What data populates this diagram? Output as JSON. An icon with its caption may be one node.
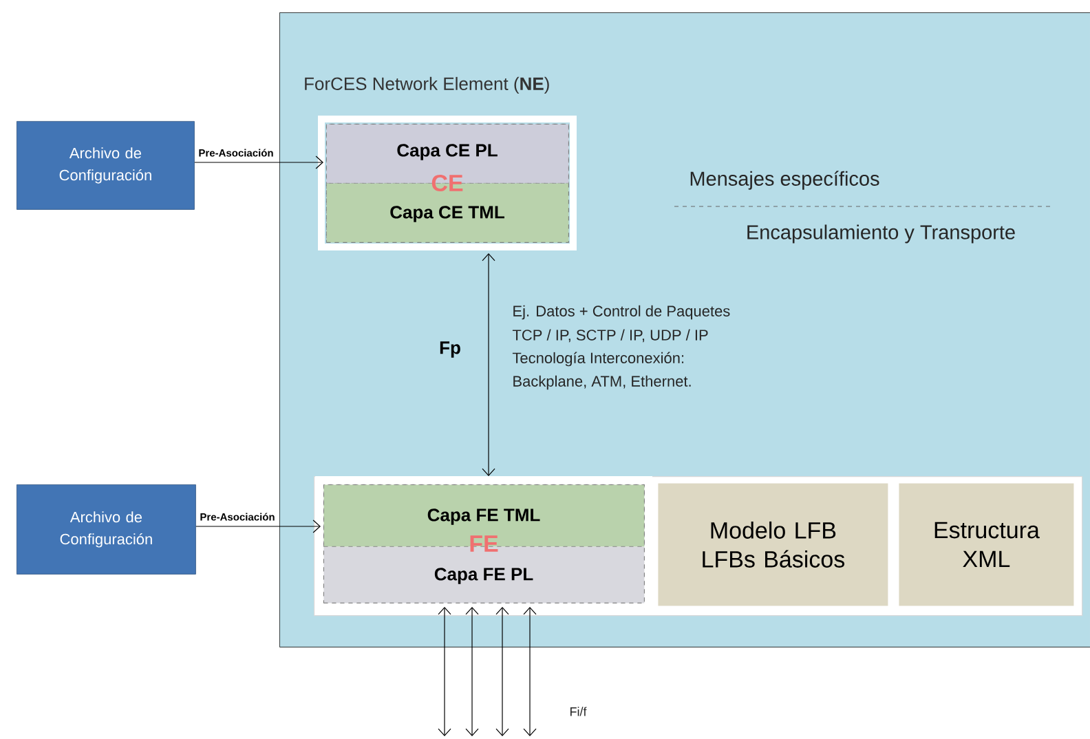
{
  "diagram": {
    "nodes": [
      {
        "text": [
          "ForCES Network Element (**NE**)"
        ]
      },
      {
        "text": [],
        "shape": "box",
        "in": 0
      },
      {
        "text": [
          "Capa CE PL"
        ],
        "in": 1
      },
      {
        "text": [
          "Capa CE TML"
        ],
        "in": 1
      },
      {
        "text": [],
        "shape": "box",
        "in": 0
      },
      {
        "text": [],
        "shape": "box",
        "in": 4
      },
      {
        "text": [
          "Capa FE TML"
        ],
        "in": 5
      },
      {
        "text": [
          "Capa FE PL"
        ],
        "in": 5
      },
      {
        "text": [
          "Modelo LFB LFBs Básicos"
        ],
        "in": 4
      },
      {
        "text": [
          "Estructura XML"
        ],
        "in": 4
      },
      {
        "text": [
          "Archivo de Configuración"
        ]
      },
      {
        "text": [
          "Archivo de Configuración"
        ]
      }
    ],
    "edges": [
      {
        "from": 10,
        "to": 1,
        "arrow": "to",
        "label": "Pre-Asociación"
      },
      {
        "from": 11,
        "to": 5,
        "arrow": "to",
        "label": "Pre-Asociación"
      },
      {
        "from": 1,
        "to": 5,
        "arrow": "both",
        "label": "Fp"
      },
      {
        "from": 5,
        "to": null,
        "arrow": "both"
      },
      {
        "from": 5,
        "to": null,
        "arrow": "both"
      },
      {
        "from": 5,
        "to": null,
        "arrow": "both"
      },
      {
        "from": 5,
        "to": null,
        "arrow": "both"
      }
    ],
    "labels": [
      "CE",
      "FE",
      "Mensajes específicos",
      "Encapsulamiento y Transporte",
      "Ej.  Datos + Control de Paquetes",
      "TCP / IP, SCTP / IP, UDP / IP",
      "Tecnología Interconexión:",
      "Backplane, ATM, Ethernet.",
      "Fi/f"
    ]
  }
}
